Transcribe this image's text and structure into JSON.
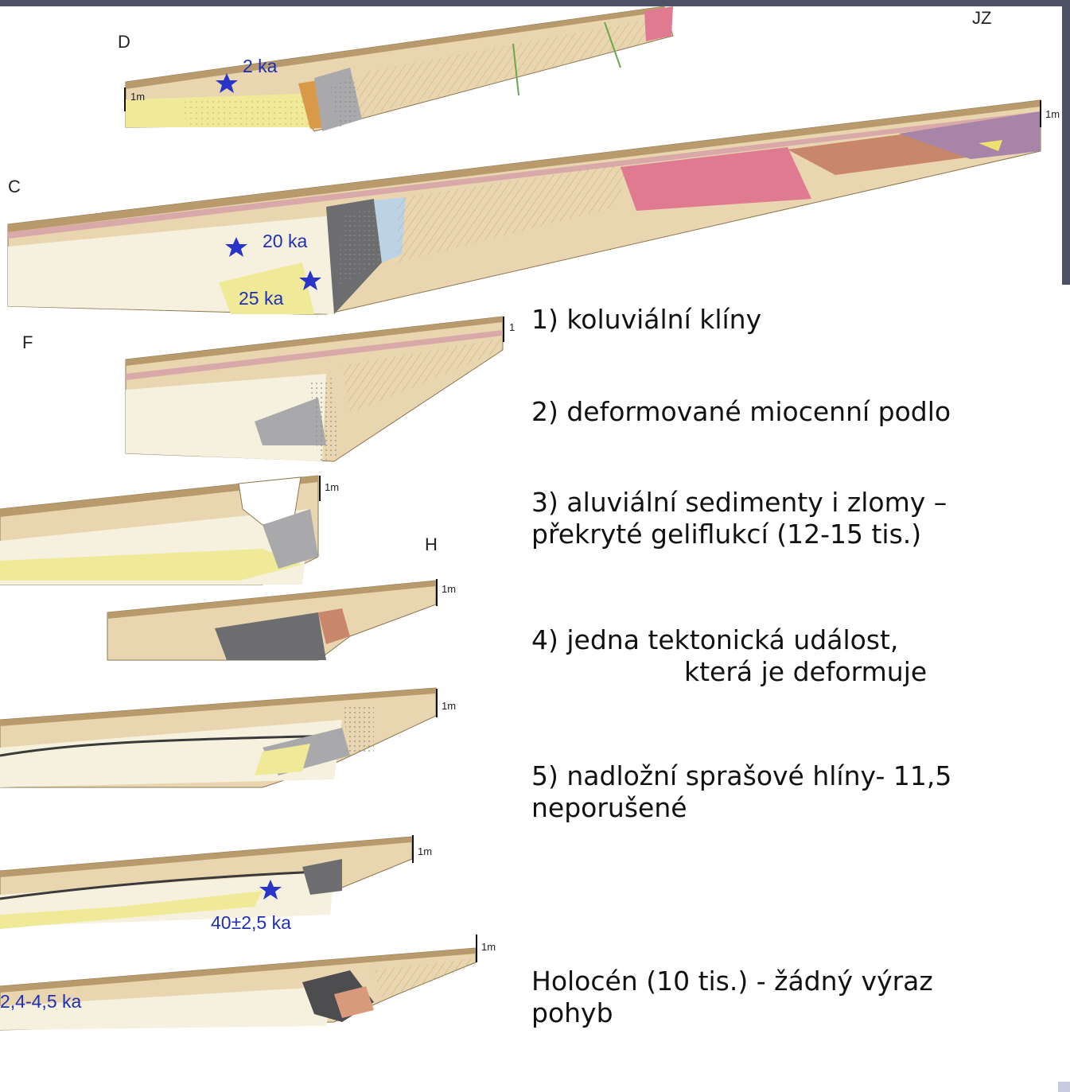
{
  "labels": {
    "d": "D",
    "c": "C",
    "f": "F",
    "h": "H",
    "jz": "JZ"
  },
  "scale_label": "1m",
  "scale_label_short": "1",
  "ages": {
    "d": "2 ka",
    "c1": "20 ka",
    "c2": "25 ka",
    "g": "40±2,5 ka",
    "bottom": "2,4-4,5 ka"
  },
  "notes": {
    "n1": "1) koluviální klíny",
    "n2": "2) deformované miocenní podlo",
    "n3a": "3) aluviální sedimenty i zlomy –",
    "n3b": "překryté geliflukcí (12-15 tis.)",
    "n4a": "4) jedna tektonická událost,",
    "n4b": "která je deformuje",
    "n5a": "5) nadložní sprašové hlíny- 11,5",
    "n5b": "neporušené",
    "h1": "Holocén (10 tis.) - žádný výraz",
    "h2": "pohyb"
  },
  "colors": {
    "frame": "#4e5064",
    "loess": "#e9d6b0",
    "topsoil": "#b89a6c",
    "sand": "#f0ea98",
    "gravel": "#f6f1de",
    "dark_wedge": "#4d4d4f",
    "pink": "#e07a90",
    "purple": "#a884a8",
    "age_text": "#1f2fb8",
    "star": "#2a35c8"
  }
}
